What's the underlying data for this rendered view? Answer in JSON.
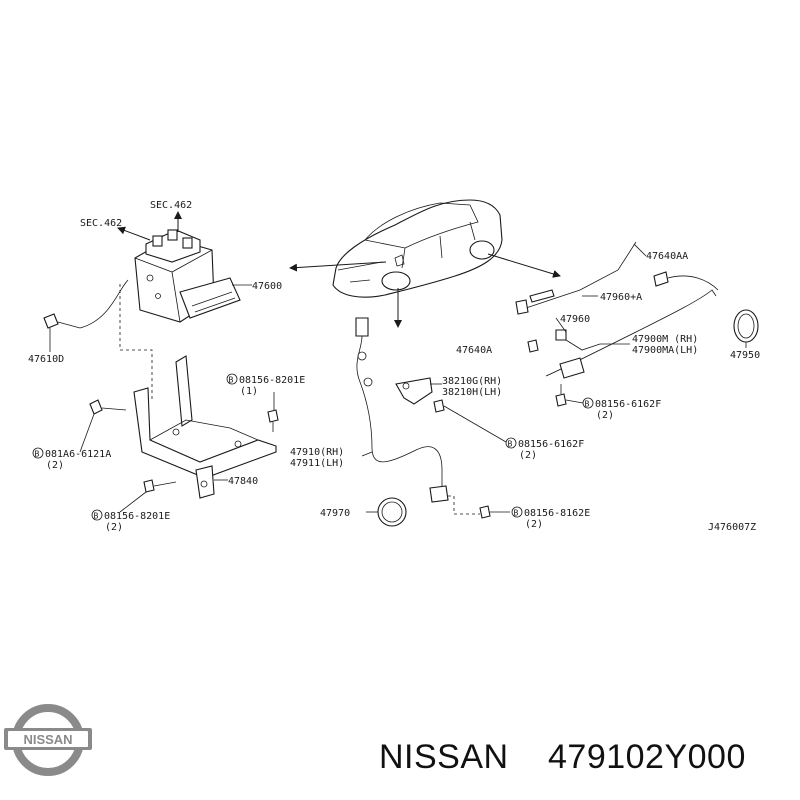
{
  "diagram": {
    "sections": {
      "sec_462_a": "SEC.462",
      "sec_462_b": "SEC.462"
    },
    "parts": {
      "p47600": "47600",
      "p47610D": "47610D",
      "p47840": "47840",
      "p47640AA": "47640AA",
      "p47960A": "47960+A",
      "p47960": "47960",
      "p47640A": "47640A",
      "p47900M": "47900M  (RH)",
      "p47900MA": "47900MA(LH)",
      "p47950": "47950",
      "p38210G": "38210G(RH)",
      "p38210H": "38210H(LH)",
      "p47910": "47910(RH)",
      "p47911": "47911(LH)",
      "p47970": "47970",
      "code": "J476007Z"
    },
    "bolts": {
      "b1": "08156-8201E",
      "b1q": "(1)",
      "b2": "081A6-6121A",
      "b2q": "(2)",
      "b3": "08156-8201E",
      "b3q": "(2)",
      "b4": "08156-6162F",
      "b4q": "(2)",
      "b5": "08156-6162F",
      "b5q": "(2)",
      "b6": "08156-8162E",
      "b6q": "(2)",
      "marker": "B"
    }
  },
  "brand": {
    "name": "NISSAN",
    "part_number": "479102Y000",
    "logo_text": "NISSAN"
  },
  "colors": {
    "ink": "#1a1a1a",
    "logo": "#8a8a8a"
  }
}
